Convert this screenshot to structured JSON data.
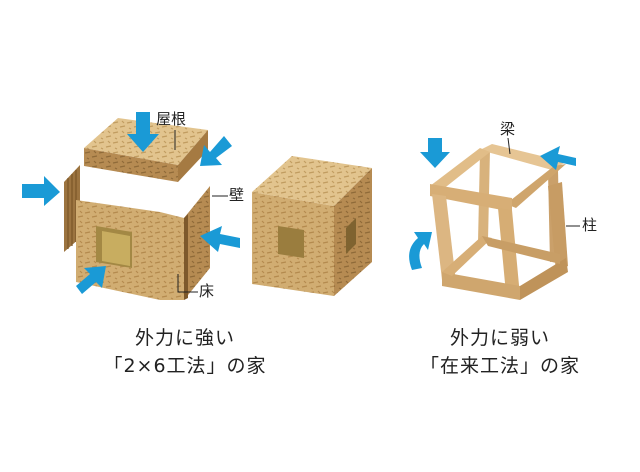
{
  "labels": {
    "roof": "屋根",
    "wall": "壁",
    "floor": "床",
    "beam": "梁",
    "pillar": "柱"
  },
  "captions": {
    "left_line1": "外力に強い",
    "left_line2": "「2×6工法」の家",
    "right_line1": "外力に弱い",
    "right_line2": "「在来工法」の家"
  },
  "colors": {
    "arrow": "#1a9ad6",
    "osb_light": "#d9b77c",
    "osb_mid": "#c39a5c",
    "osb_dark": "#9c7440",
    "wood_light": "#e9c99a",
    "wood_mid": "#d4ab73",
    "wood_dark": "#b88b52",
    "window_inner": "#b99a4e"
  }
}
